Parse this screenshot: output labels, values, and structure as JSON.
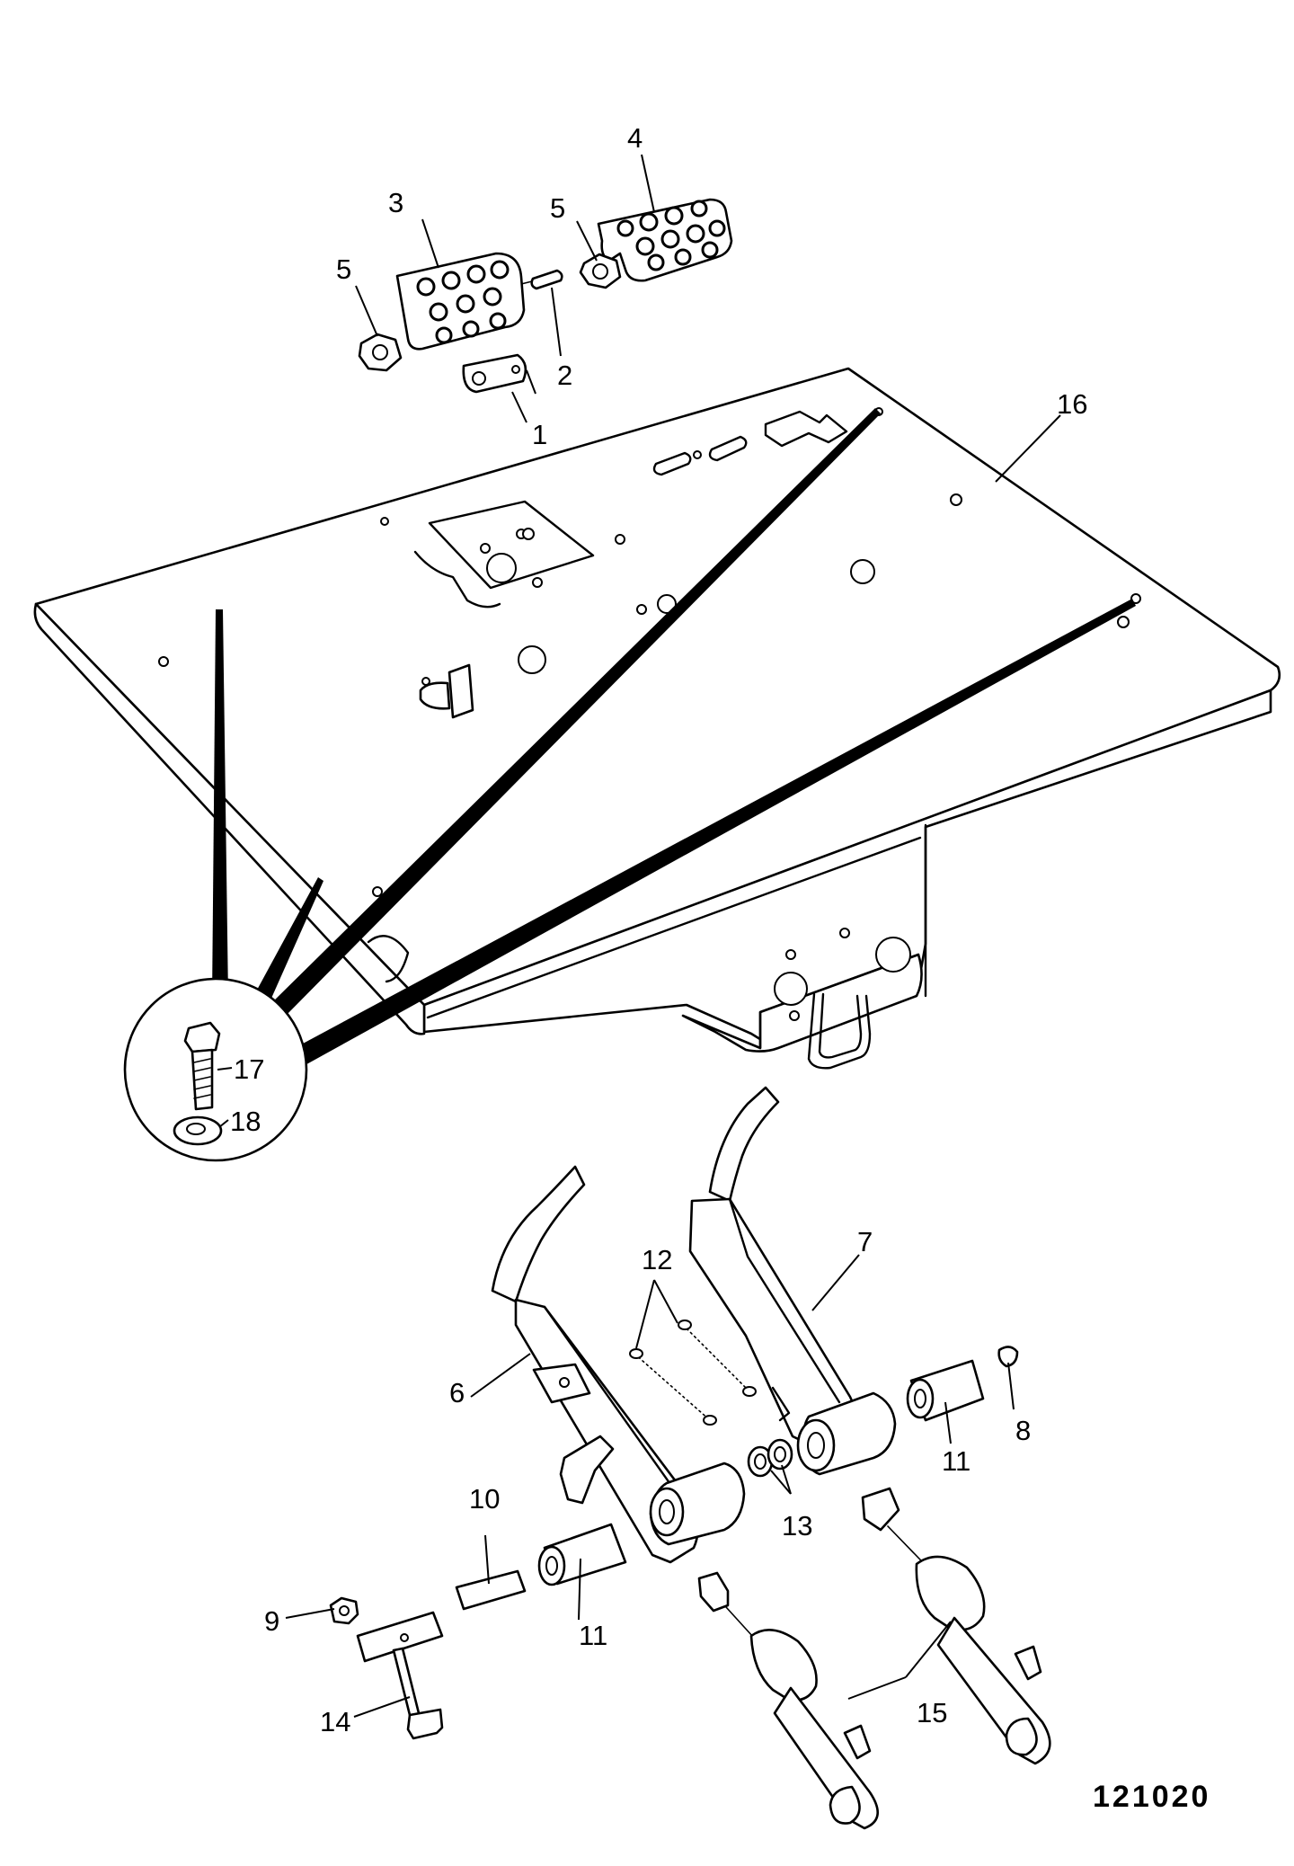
{
  "drawing_number": "121020",
  "callouts": {
    "c1": "1",
    "c2": "2",
    "c3": "3",
    "c4": "4",
    "c5a": "5",
    "c5b": "5",
    "c6": "6",
    "c7": "7",
    "c8": "8",
    "c9": "9",
    "c10": "10",
    "c11a": "11",
    "c11b": "11",
    "c12": "12",
    "c13": "13",
    "c14": "14",
    "c15": "15",
    "c16": "16",
    "c17": "17",
    "c18": "18"
  }
}
